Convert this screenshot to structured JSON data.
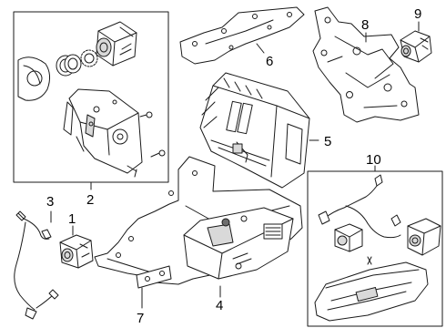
{
  "diagram": {
    "callouts": [
      "1",
      "2",
      "3",
      "4",
      "5",
      "6",
      "7",
      "8",
      "9",
      "10"
    ]
  },
  "colors": {
    "line": "#1a1a1a",
    "fill": "#ffffff",
    "shade": "#d9d9d9",
    "dark": "#6e6e6e"
  }
}
